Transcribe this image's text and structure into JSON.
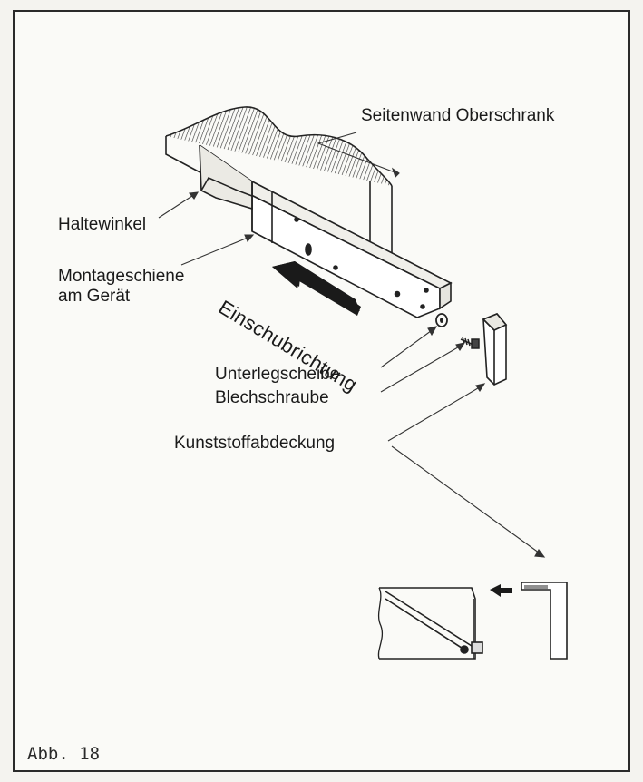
{
  "labels": {
    "seitenwand": "Seitenwand Oberschrank",
    "haltewinkel": "Haltewinkel",
    "montage_line1": "Montageschiene",
    "montage_line2": "am Gerät",
    "einschub": "Einschubrichtung",
    "unterleg": "Unterlegscheibe",
    "blech": "Blechschraube",
    "kunst": "Kunststoffabdeckung"
  },
  "caption": "Abb. 18"
}
